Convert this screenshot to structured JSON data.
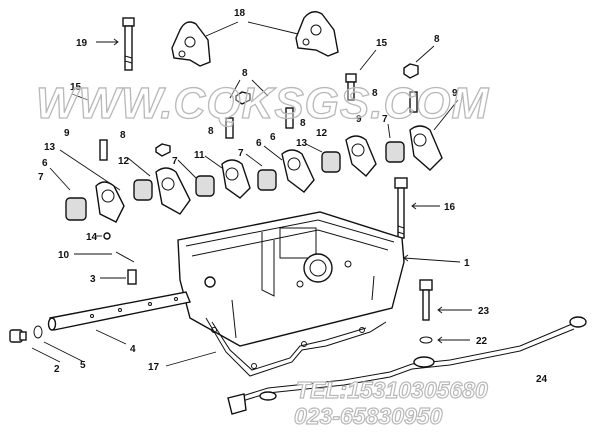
{
  "callouts": {
    "c1": "1",
    "c2": "2",
    "c3": "3",
    "c4": "4",
    "c5": "5",
    "c6a": "6",
    "c6b": "6",
    "c6c": "6",
    "c7a": "7",
    "c7b": "7",
    "c7c": "7",
    "c7d": "7",
    "c8a": "8",
    "c8b": "8",
    "c8c": "8",
    "c8d": "8",
    "c8e": "8",
    "c8f": "8",
    "c9a": "9",
    "c9b": "9",
    "c9c": "9",
    "c10": "10",
    "c11": "11",
    "c12a": "12",
    "c12b": "12",
    "c13a": "13",
    "c13b": "13",
    "c14": "14",
    "c15a": "15",
    "c15b": "15",
    "c16": "16",
    "c17": "17",
    "c18": "18",
    "c19": "19",
    "c22": "22",
    "c23": "23",
    "c24": "24"
  },
  "watermark": {
    "site": "WWW.CQKSGS.COM",
    "tel": "TEL:15310305680",
    "phone": "023-65830950"
  },
  "colors": {
    "line": "#111111",
    "watermark_fill": "#ffffff",
    "watermark_stroke": "#b8b8b8"
  }
}
